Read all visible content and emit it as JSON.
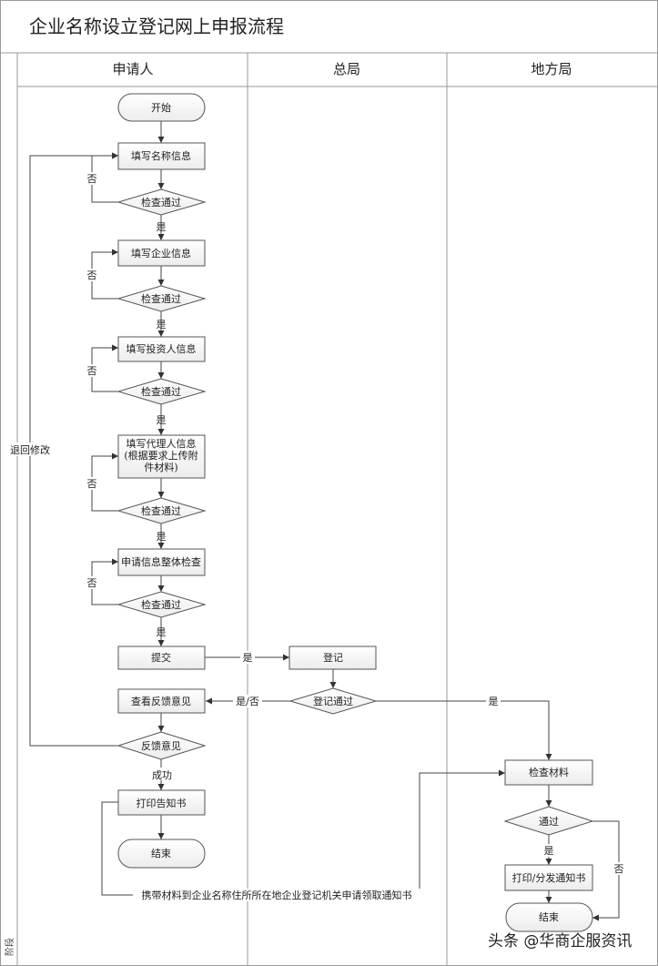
{
  "title": "企业名称设立登记网上申报流程",
  "phase_label": "阶段",
  "lanes": {
    "applicant": "申请人",
    "head_office": "总局",
    "local_office": "地方局"
  },
  "nodes": {
    "start": "开始",
    "fill_name": "填写名称信息",
    "check1": "检查通过",
    "fill_company": "填写企业信息",
    "check2": "检查通过",
    "fill_investor": "填写投资人信息",
    "check3": "检查通过",
    "fill_agent": [
      "填写代理人信息",
      "(根据要求上传附",
      "件材料)"
    ],
    "check4": "检查通过",
    "overall_check": "申请信息整体检查",
    "check5": "检查通过",
    "submit": "提交",
    "register": "登记",
    "register_pass": "登记通过",
    "view_feedback": "查看反馈意见",
    "feedback": "反馈意见",
    "print_notice": "打印告知书",
    "end_applicant": "结束",
    "check_materials": "检查材料",
    "pass": "通过",
    "print_notice_local": "打印/分发通知书",
    "end_local": "结束"
  },
  "labels": {
    "no": "否",
    "yes": "是",
    "yes_no": "是/否",
    "success": "成功",
    "return_modify": "退回修改",
    "carry_materials": "携带材料到企业名称住所所在地企业登记机关申请领取通知书"
  },
  "watermark": "头条 @华商企服资讯",
  "colors": {
    "line": "#444444",
    "box_fill": "#f4f4f4",
    "header_fill": "#ffffff",
    "border": "#888888"
  }
}
